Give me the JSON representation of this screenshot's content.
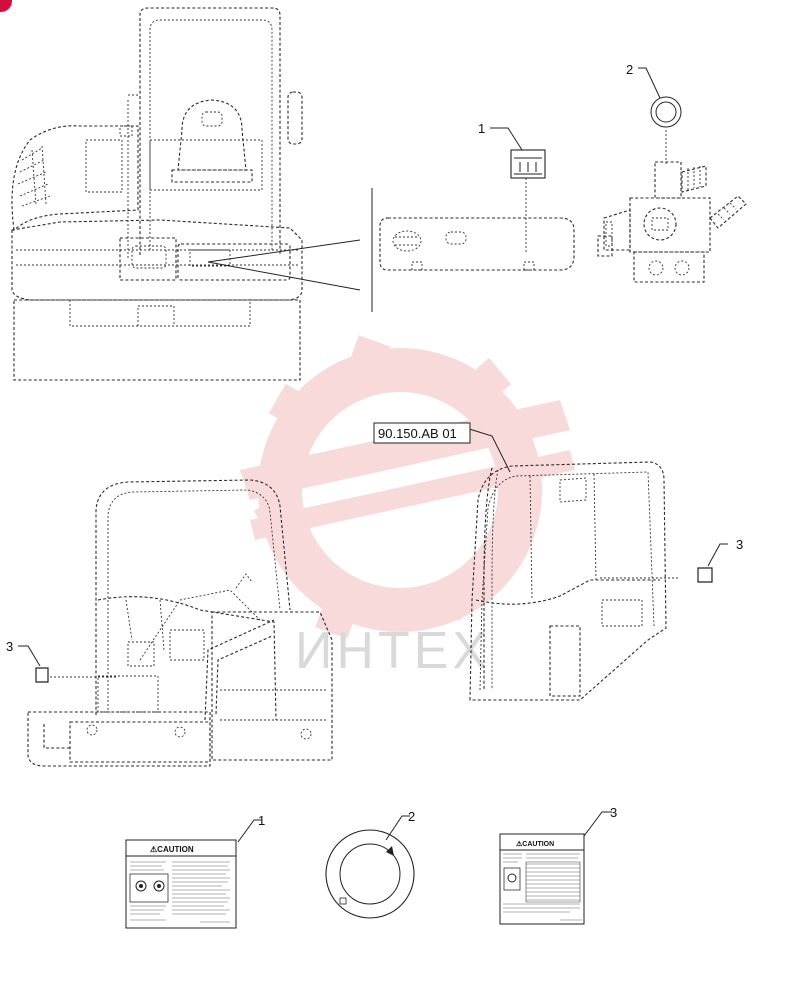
{
  "watermark": {
    "text": "ИНТЕХ",
    "color": "#f2b8b8"
  },
  "reference": {
    "label": "90.150.AB 01"
  },
  "callouts": {
    "top_decal": "1",
    "top_ring": "2",
    "cab_right": "3",
    "cab_left": "3",
    "detail_1": "1",
    "detail_2": "2",
    "detail_3": "3"
  },
  "decals": {
    "caution_1": {
      "title": "⚠CAUTION"
    },
    "caution_3": {
      "title": "⚠CAUTION"
    }
  },
  "colors": {
    "line": "#2a2a2a",
    "badge": "#d0103a",
    "watermark": "#f2b8b8"
  }
}
